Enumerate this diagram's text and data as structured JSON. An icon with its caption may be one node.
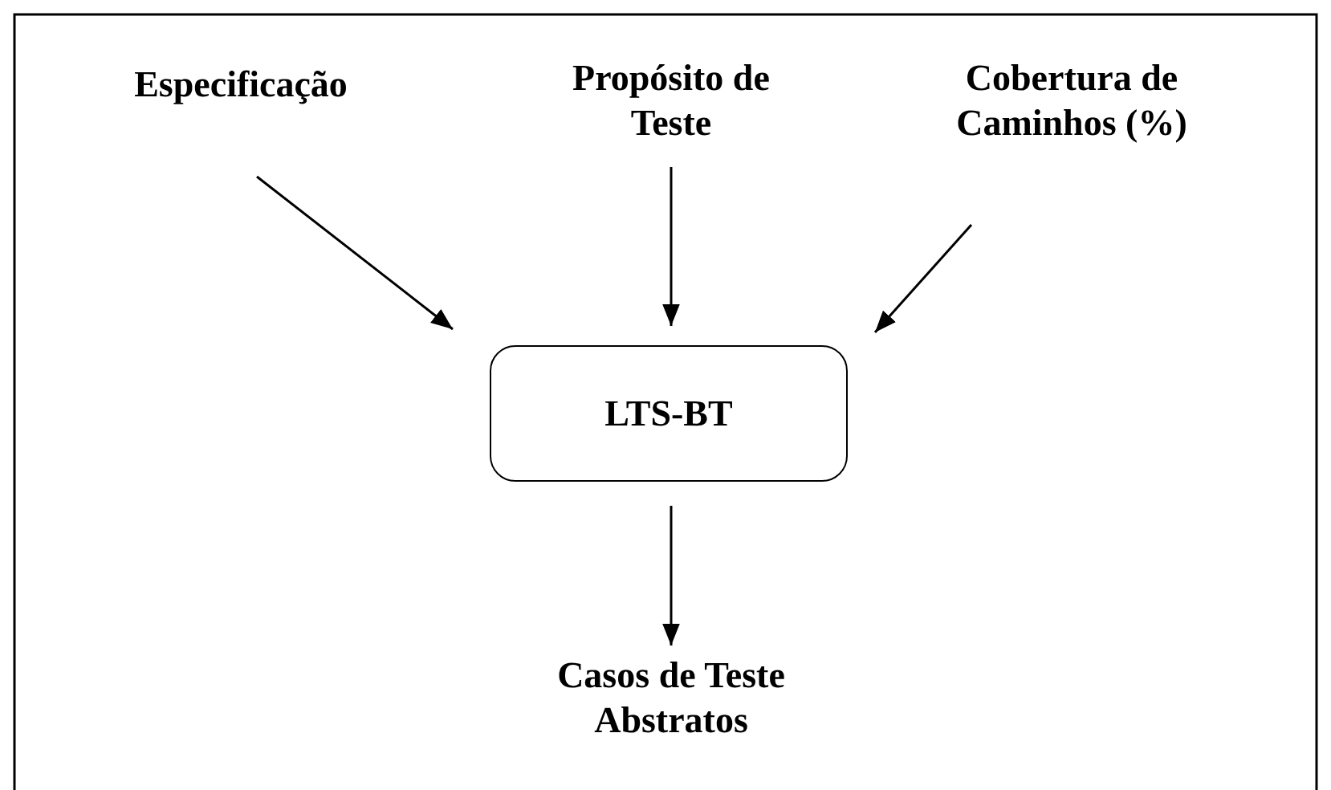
{
  "diagram": {
    "nodes": [
      {
        "text": [
          "Especificação"
        ]
      },
      {
        "text": [
          "Propósito de Teste"
        ]
      },
      {
        "text": [
          "Cobertura de Caminhos (%)"
        ]
      },
      {
        "text": [
          "LTS-BT"
        ]
      },
      {
        "text": [
          "Casos de Teste Abstratos"
        ]
      }
    ],
    "edges": [
      {
        "from": 0,
        "to": 3,
        "arrow": "to"
      },
      {
        "from": 1,
        "to": 3,
        "arrow": "to"
      },
      {
        "from": 2,
        "to": 3,
        "arrow": "to"
      },
      {
        "from": 3,
        "to": 4,
        "arrow": "to"
      }
    ]
  }
}
